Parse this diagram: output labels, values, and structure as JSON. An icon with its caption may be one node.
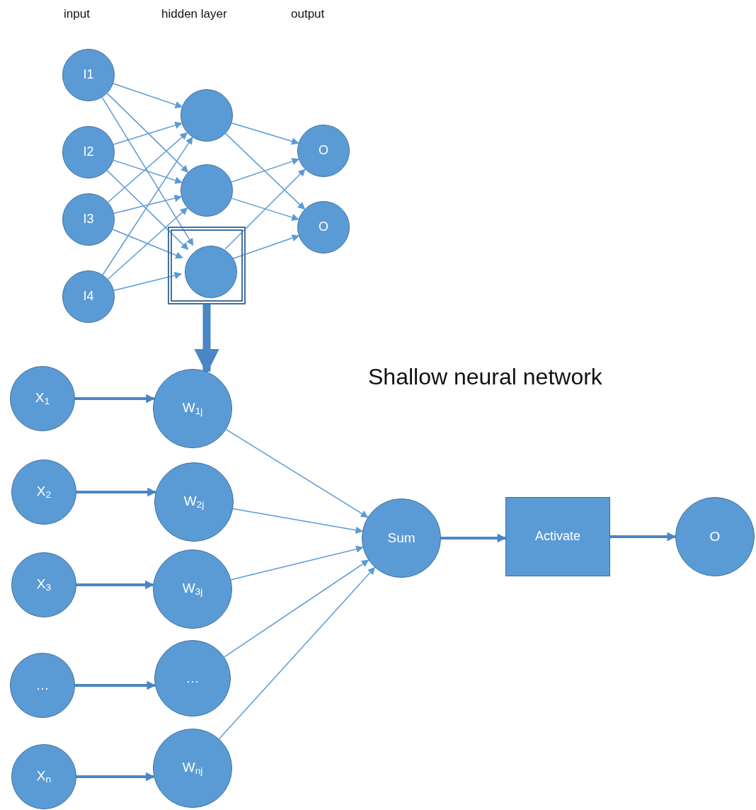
{
  "diagram": {
    "title": "Shallow neural network",
    "nodes": [
      {
        "text": [
          "I1"
        ]
      },
      {
        "text": [
          "I2"
        ]
      },
      {
        "text": [
          "I3"
        ]
      },
      {
        "text": [
          "I4"
        ]
      },
      {
        "text": [],
        "shape": "circle"
      },
      {
        "text": [],
        "shape": "circle"
      },
      {
        "text": [],
        "shape": "box"
      },
      {
        "text": [],
        "shape": "circle",
        "in": 6
      },
      {
        "text": [
          "O"
        ]
      },
      {
        "text": [
          "O"
        ]
      },
      {
        "text": [
          "X$_{1}$"
        ]
      },
      {
        "text": [
          "X$_{2}$"
        ]
      },
      {
        "text": [
          "X$_{3}$"
        ]
      },
      {
        "text": [
          "…"
        ]
      },
      {
        "text": [
          "X$_{n}$"
        ]
      },
      {
        "text": [
          "W$_{1j}$"
        ]
      },
      {
        "text": [
          "W$_{2j}$"
        ]
      },
      {
        "text": [
          "W$_{3j}$"
        ]
      },
      {
        "text": [
          "…"
        ]
      },
      {
        "text": [
          "W$_{nj}$"
        ]
      },
      {
        "text": [
          "Sum"
        ]
      },
      {
        "text": [
          "Activate"
        ]
      },
      {
        "text": [
          "O"
        ]
      }
    ],
    "edges": [
      {
        "from": 0,
        "to": 4,
        "arrow": "to"
      },
      {
        "from": 0,
        "to": 5,
        "arrow": "to"
      },
      {
        "from": 0,
        "to": 7,
        "arrow": "to"
      },
      {
        "from": 1,
        "to": 4,
        "arrow": "to"
      },
      {
        "from": 1,
        "to": 5,
        "arrow": "to"
      },
      {
        "from": 1,
        "to": 7,
        "arrow": "to"
      },
      {
        "from": 2,
        "to": 4,
        "arrow": "to"
      },
      {
        "from": 2,
        "to": 5,
        "arrow": "to"
      },
      {
        "from": 2,
        "to": 7,
        "arrow": "to"
      },
      {
        "from": 3,
        "to": 4,
        "arrow": "to"
      },
      {
        "from": 3,
        "to": 5,
        "arrow": "to"
      },
      {
        "from": 3,
        "to": 7,
        "arrow": "to"
      },
      {
        "from": 4,
        "to": 8,
        "arrow": "to"
      },
      {
        "from": 4,
        "to": 9,
        "arrow": "to"
      },
      {
        "from": 5,
        "to": 8,
        "arrow": "to"
      },
      {
        "from": 5,
        "to": 9,
        "arrow": "to"
      },
      {
        "from": 7,
        "to": 8,
        "arrow": "to"
      },
      {
        "from": 7,
        "to": 9,
        "arrow": "to"
      },
      {
        "from": 6,
        "to": 15,
        "arrow": "to",
        "style": "thick"
      },
      {
        "from": 10,
        "to": 15,
        "arrow": "to",
        "style": "thick"
      },
      {
        "from": 11,
        "to": 16,
        "arrow": "to",
        "style": "thick"
      },
      {
        "from": 12,
        "to": 17,
        "arrow": "to",
        "style": "thick"
      },
      {
        "from": 13,
        "to": 18,
        "arrow": "to",
        "style": "thick"
      },
      {
        "from": 14,
        "to": 19,
        "arrow": "to",
        "style": "thick"
      },
      {
        "from": 15,
        "to": 20,
        "arrow": "to"
      },
      {
        "from": 16,
        "to": 20,
        "arrow": "to"
      },
      {
        "from": 17,
        "to": 20,
        "arrow": "to"
      },
      {
        "from": 18,
        "to": 20,
        "arrow": "to"
      },
      {
        "from": 19,
        "to": 20,
        "arrow": "to"
      },
      {
        "from": 20,
        "to": 21,
        "arrow": "to",
        "style": "thick"
      },
      {
        "from": 21,
        "to": 22,
        "arrow": "to",
        "style": "thick"
      }
    ],
    "labels": [
      "input",
      "hidden layer",
      "output"
    ]
  }
}
